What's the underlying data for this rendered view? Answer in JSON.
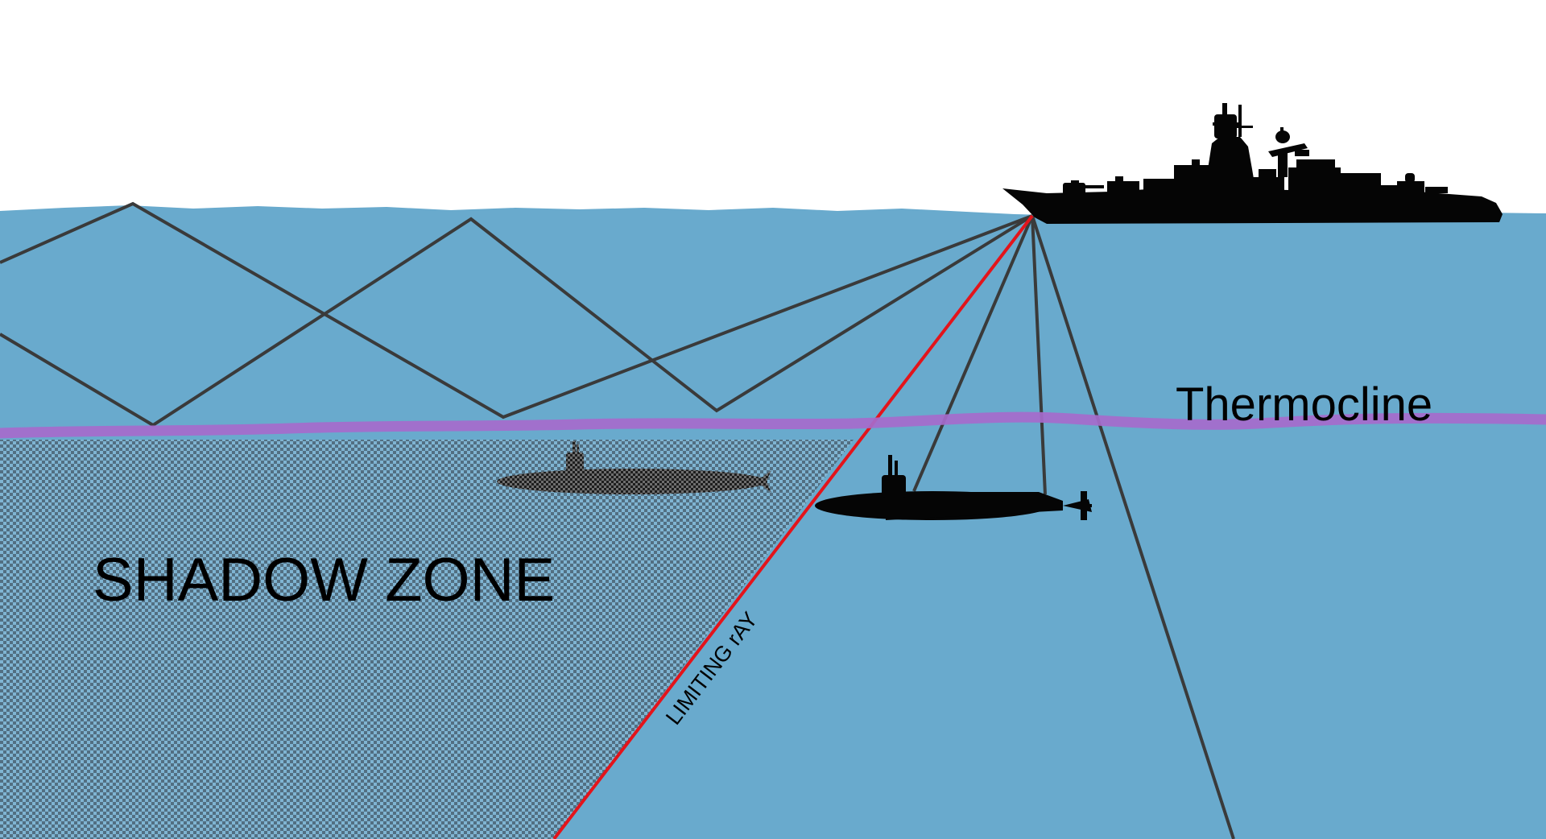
{
  "labels": {
    "thermocline": "Thermocline",
    "shadow_zone": "SHADOW ZONE",
    "limiting_ray": "LIMITING rAY"
  },
  "colors": {
    "sky": "#ffffff",
    "water": "#69aacd",
    "thermocline_line": "#a66bcc",
    "sound_ray": "#3a3a3a",
    "limiting_ray": "#e3141b",
    "silhouette": "#050505",
    "shadow_check_dark": "#526f82",
    "shadow_check_light": "#7fb4d2"
  },
  "icons": {
    "surface_ship": "warship-silhouette-icon",
    "detected_submarine": "submarine-silhouette-icon",
    "hidden_submarine": "submarine-silhouette-icon"
  }
}
